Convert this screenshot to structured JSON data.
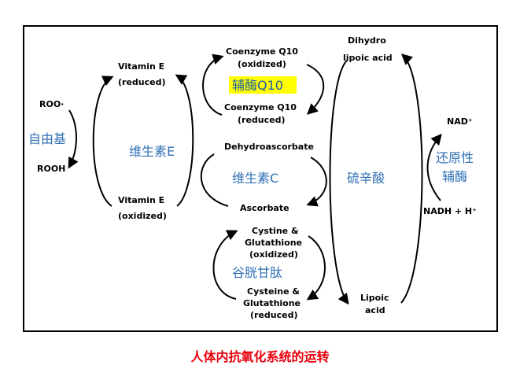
{
  "labels": {
    "roo": "ROO·",
    "rooh": "ROOH",
    "free_radical": "自由基",
    "vitamin_e_reduced_1": "Vitamin E",
    "vitamin_e_reduced_2": "(reduced)",
    "vitamin_e_oxidized_1": "Vitamin E",
    "vitamin_e_oxidized_2": "(oxidized)",
    "vitamin_e_cn": "维生素E",
    "coq10_ox_1": "Coenzyme Q10",
    "coq10_ox_2": "(oxidized)",
    "coq10_cn": "辅酶Q10",
    "coq10_red_1": "Coenzyme Q10",
    "coq10_red_2": "(reduced)",
    "dehydroascorbate": "Dehydroascorbate",
    "vitamin_c_cn": "维生素C",
    "ascorbate": "Ascorbate",
    "glut_ox_1": "Cystine &",
    "glut_ox_2": "Glutathione",
    "glut_ox_3": "(oxidized)",
    "glutathione_cn": "谷胱甘肽",
    "glut_red_1": "Cysteine &",
    "glut_red_2": "Glutathione",
    "glut_red_3": "(reduced)",
    "dihydro_1": "Dihydro",
    "dihydro_2": "lipoic acid",
    "lipoic_cn": "硫辛酸",
    "lipoic_1": "Lipoic",
    "lipoic_2": "acid",
    "nad": "NAD⁺",
    "nadh": "NADH + H⁺",
    "coenzyme_cn_1": "还原性",
    "coenzyme_cn_2": "辅酶"
  },
  "colors": {
    "chinese_label": "#2f6fb3",
    "highlight": "#ffff00",
    "caption": "#e8000b"
  },
  "caption": "人体内抗氧化系统的运转"
}
